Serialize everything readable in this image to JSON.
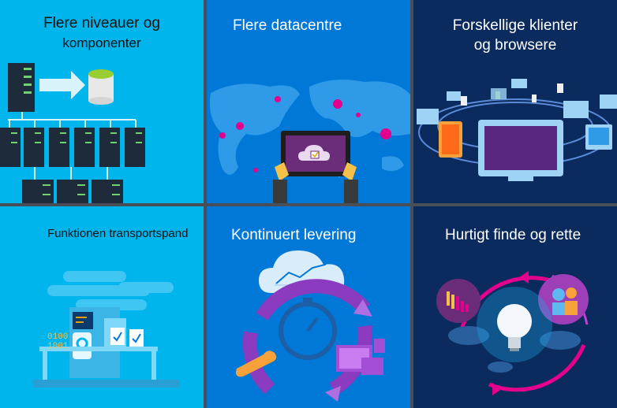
{
  "tiles": [
    {
      "title_line1": "Flere niveauer og",
      "title_line2": "komponenter"
    },
    {
      "title": "Flere datacentre"
    },
    {
      "title_line1": "Forskellige klienter",
      "title_line2": "og browsere"
    },
    {
      "title": "Funktionen transportspand"
    },
    {
      "title": "Kontinuert levering"
    },
    {
      "title": "Hurtigt finde og rette"
    }
  ],
  "icons": [
    "server-rack-icon",
    "database-icon",
    "world-map-icon",
    "tablet-cloud-icon",
    "devices-icon",
    "conveyor-belt-icon",
    "delivery-cycle-icon",
    "lightbulb-icon"
  ],
  "colors": {
    "light_blue": "#00b4ec",
    "mid_blue": "#0078d7",
    "navy": "#0b2a5e",
    "magenta": "#e3008c"
  }
}
